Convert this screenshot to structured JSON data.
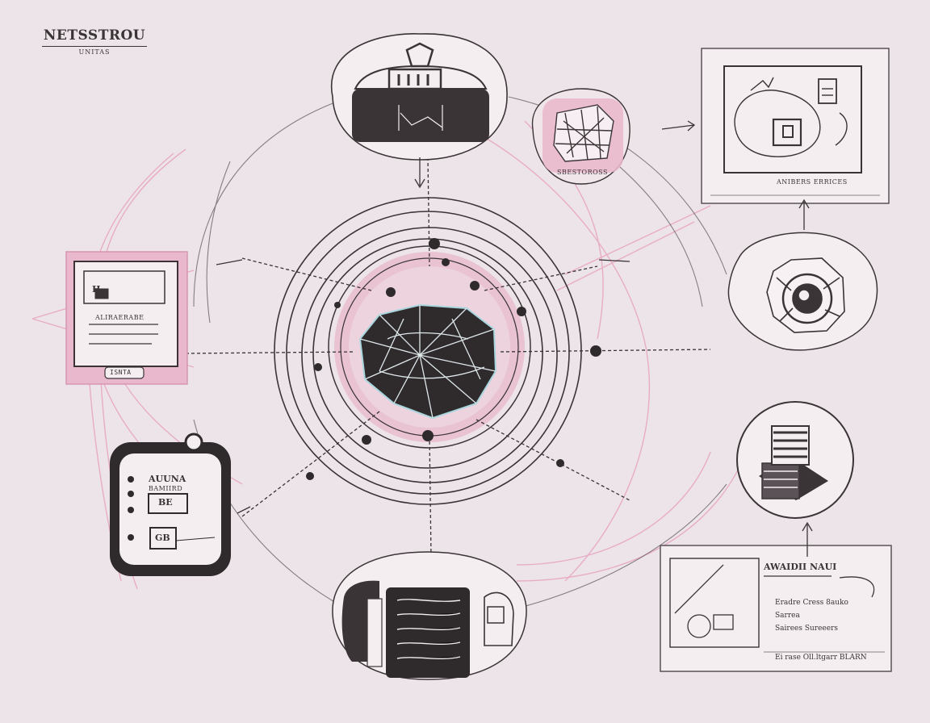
{
  "brand": {
    "title": "NETSSTROU",
    "subtitle": "UNITAS"
  },
  "labels": {
    "top_right_card": "ANIBERS ERRICES",
    "pink_tile": "SBESTOROSS",
    "left_doc_badge": "ISNTA",
    "left_doc_line": "ALIRAERABE",
    "left_doc_header": "H",
    "phone_head": "AUUNA",
    "phone_line": "BAMIIRD",
    "phone_key1": "BE",
    "phone_key2": "GB",
    "bottom_card_title": "AWAIDII NAUI",
    "bottom_card_row1": "Eradre Cress 8auko",
    "bottom_card_row2": "Sarrea",
    "bottom_card_row3": "Sairees Sureeers",
    "bottom_card_footer": "Ei rase Oll.ltgarr BLARN"
  },
  "colors": {
    "background": "#ece4e8",
    "ink": "#3a3436",
    "pink": "#e8a3c0",
    "pink_fill": "#e9b8cc",
    "dark_fill": "#3a3436",
    "light_fill": "#f4eef1"
  },
  "icons": [
    "server-box-icon",
    "circuit-board-icon",
    "monitor-icon",
    "camera-lens-icon",
    "database-stack-icon",
    "document-card-icon",
    "phone-panel-icon",
    "file-cabinet-icon",
    "network-mesh-icon"
  ]
}
